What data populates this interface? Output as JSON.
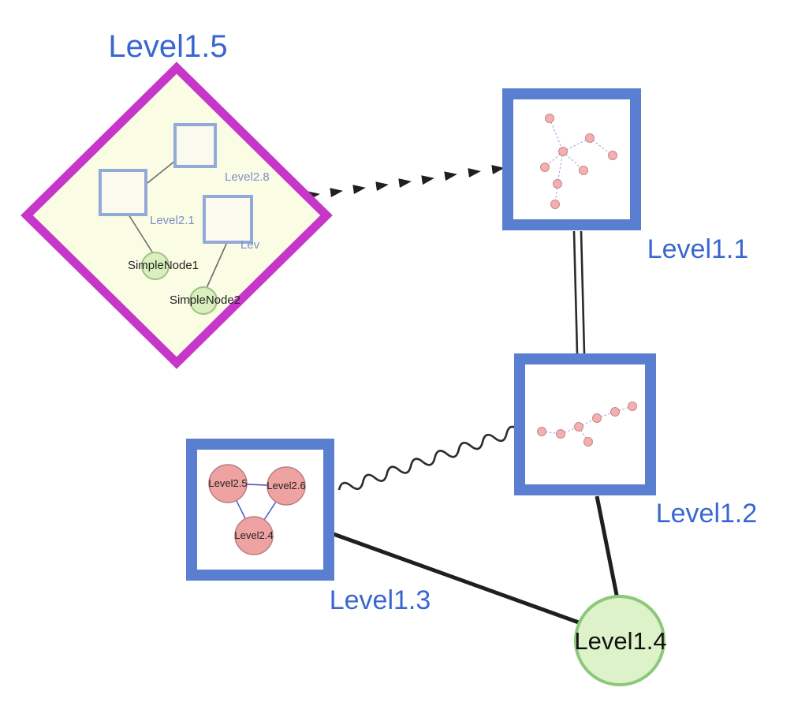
{
  "nodes": {
    "level1_1": "Level1.1",
    "level1_2": "Level1.2",
    "level1_3": "Level1.3",
    "level1_4": "Level1.4",
    "level1_5": "Level1.5",
    "level2_1": "Level2.1",
    "level2_8": "Level2.8",
    "level2_truncated": "Lev",
    "simple_node1": "SimpleNode1",
    "simple_node2": "SimpleNode2",
    "level2_4": "Level2.4",
    "level2_5": "Level2.5",
    "level2_6": "Level2.6"
  },
  "edges": [
    {
      "from": "Level1.5",
      "to": "Level1.1",
      "style": "dashed-arrow-chain"
    },
    {
      "from": "Level1.1",
      "to": "Level1.2",
      "style": "double-parallel-line"
    },
    {
      "from": "Level1.3",
      "to": "Level1.2",
      "style": "wavy-line"
    },
    {
      "from": "Level1.3",
      "to": "Level1.4",
      "style": "solid-thick"
    },
    {
      "from": "Level1.2",
      "to": "Level1.4",
      "style": "solid-thick"
    },
    {
      "from": "Level2.8",
      "to": "Level2.1",
      "style": "thin-gray"
    },
    {
      "from": "Level2.1",
      "to": "SimpleNode1",
      "style": "thin-gray"
    },
    {
      "from": "Lev",
      "to": "SimpleNode2",
      "style": "thin-gray"
    },
    {
      "from": "Level2.5",
      "to": "Level2.6",
      "style": "thin-blue"
    },
    {
      "from": "Level2.5",
      "to": "Level2.4",
      "style": "thin-blue"
    },
    {
      "from": "Level2.6",
      "to": "Level2.4",
      "style": "thin-blue"
    }
  ],
  "colors": {
    "label_blue": "#3a67cf",
    "group_border_blue": "#5b7fd0",
    "diamond_border_magenta": "#c636c9",
    "diamond_fill": "#fbfce4",
    "inner_square_fill": "#fafbee",
    "inner_square_border": "#93a9d9",
    "green_node_fill": "#daefbe",
    "green_node_border": "#9fc184",
    "level1_4_fill": "#def2ca",
    "level1_4_border": "#8cc87a",
    "pink_node_fill": "#f2b0b0",
    "pink_node_border": "#c98686",
    "edge_dark": "#1f1f1f",
    "mini_edge_blue": "#8fa0e0",
    "triangle_edge_blue": "#4444cc"
  }
}
